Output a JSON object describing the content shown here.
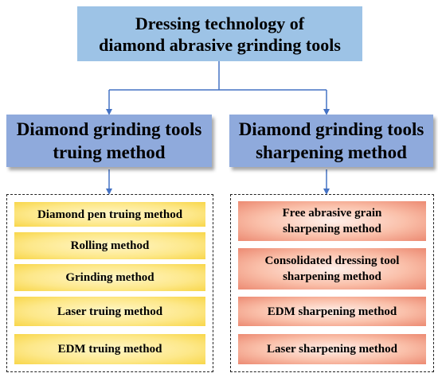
{
  "root": {
    "line1": "Dressing technology of",
    "line2": "diamond abrasive grinding tools"
  },
  "categories": {
    "truing": {
      "line1": "Diamond grinding tools",
      "line2": "truing method"
    },
    "sharpening": {
      "line1": "Diamond grinding tools",
      "line2": "sharpening method"
    }
  },
  "truing_methods": [
    {
      "line1": "Diamond pen truing method"
    },
    {
      "line1": "Rolling method"
    },
    {
      "line1": "Grinding method"
    },
    {
      "line1": "Laser truing method"
    },
    {
      "line1": "EDM truing method"
    }
  ],
  "sharpening_methods": [
    {
      "line1": "Free abrasive grain",
      "line2": "sharpening method"
    },
    {
      "line1": "Consolidated dressing tool",
      "line2": "sharpening method"
    },
    {
      "line1": "EDM sharpening method"
    },
    {
      "line1": "Laser sharpening method"
    }
  ],
  "colors": {
    "root_box": "#9dc3e6",
    "category_box": "#8faadc",
    "connector": "#4472c4",
    "truing_item": "#fde88a",
    "sharpening_item": "#fac0aa"
  }
}
